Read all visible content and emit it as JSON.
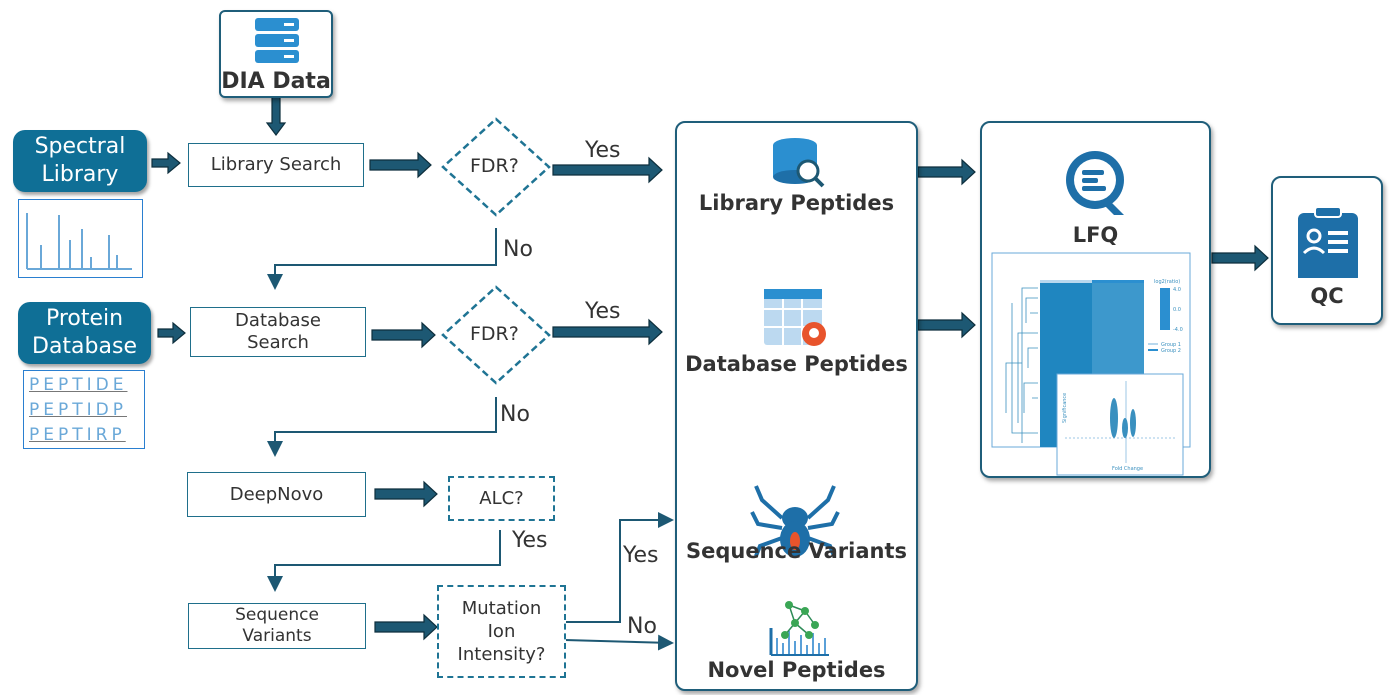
{
  "inputs": {
    "dia_data": "DIA Data",
    "spectral_library": [
      "Spectral",
      "Library"
    ],
    "protein_database": [
      "Protein",
      "Database"
    ],
    "peptide_rows": [
      "PEPTIDE",
      "PEPTIDP",
      "PEPTIRP"
    ]
  },
  "steps": {
    "library_search": "Library Search",
    "database_search": [
      "Database",
      "Search"
    ],
    "deepnovo": "DeepNovo",
    "sequence_variants": [
      "Sequence",
      "Variants"
    ]
  },
  "decisions": {
    "fdr": "FDR?",
    "alc": "ALC?",
    "mutation": [
      "Mutation",
      "Ion",
      "Intensity?"
    ]
  },
  "edge_labels": {
    "yes": "Yes",
    "no": "No"
  },
  "outputs": {
    "library_peptides": "Library Peptides",
    "database_peptides": "Database Peptides",
    "sequence_variants": "Sequence Variants",
    "novel_peptides": "Novel Peptides"
  },
  "lfq": {
    "title": "LFQ",
    "heatmap_legend_title": "log2(ratio)",
    "heatmap_scale": [
      "4.0",
      "0.0",
      "-4.0"
    ],
    "groups": [
      "Group 1",
      "Group 2"
    ],
    "volcano_xlabel": "Fold Change",
    "volcano_ylabel": "Significance"
  },
  "qc": {
    "title": "QC"
  },
  "colors": {
    "primary": "#0f6f96",
    "arrow": "#1d5873",
    "outline": "#1f6f8b",
    "light": "#6aa8d8"
  }
}
